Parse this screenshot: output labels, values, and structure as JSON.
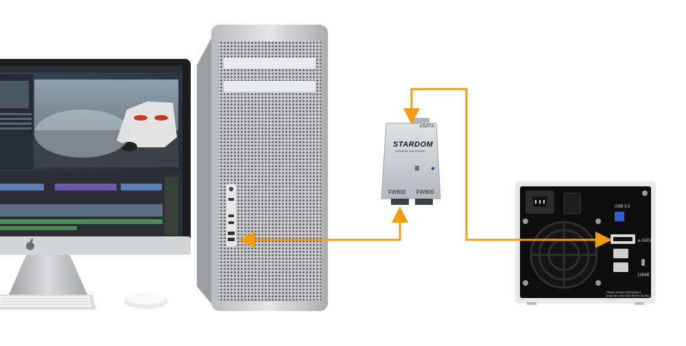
{
  "adapter": {
    "port_top_label": "eSATA",
    "brand_name": "STARDOM",
    "brand_tagline": "STORAGE SOLUTIONS",
    "port_left_label": "FW800",
    "port_right_label": "FW800",
    "body_color": "#c9cdd2"
  },
  "enclosure": {
    "usb_label": "USB 3.0",
    "esata_label": "e-SATA",
    "firewire_label": "1394B",
    "notice": "Please ensure each plug is properly connected before turning on power",
    "body_color": "#0d0d0d",
    "frame_color": "#e8e8e8"
  },
  "connections": {
    "arrow_color": "#f39c12"
  },
  "icons": [
    "apple-logo-icon",
    "power-inlet-icon",
    "power-switch-icon",
    "fan-grille-icon",
    "usb-port-icon",
    "esata-port-icon",
    "firewire-port-icon",
    "led-indicator-icon"
  ]
}
